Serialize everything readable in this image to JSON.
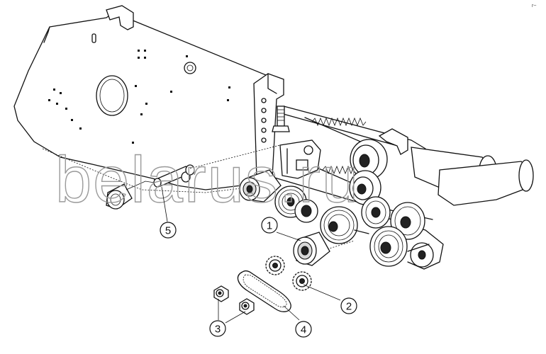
{
  "watermark": "belarus.ru",
  "corner_mark": "r~",
  "callouts": [
    {
      "id": "1",
      "label": "1",
      "part": "roller"
    },
    {
      "id": "2",
      "label": "2",
      "part": "sprocket"
    },
    {
      "id": "3",
      "label": "3",
      "part": "nut"
    },
    {
      "id": "4",
      "label": "4",
      "part": "chain"
    },
    {
      "id": "5",
      "label": "5",
      "part": "pin"
    }
  ]
}
